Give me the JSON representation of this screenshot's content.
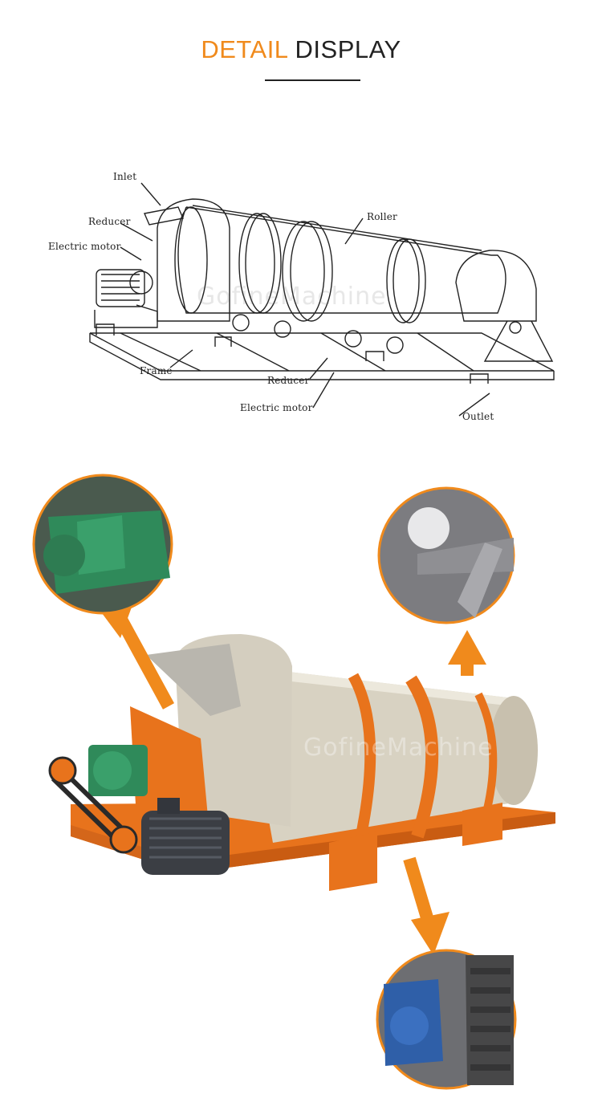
{
  "header": {
    "title_accent": "DETAIL",
    "title_rest": "DISPLAY"
  },
  "diagram": {
    "labels": {
      "inlet": "Inlet",
      "reducer_top": "Reducer",
      "electric_motor_top": "Electric motor",
      "roller": "Roller",
      "frame": "Frame",
      "reducer_bottom": "Reducer",
      "electric_motor_bottom": "Electric motor",
      "outlet": "Outlet"
    },
    "watermark": "GofineMachine"
  },
  "photo": {
    "watermark": "GofineMachine"
  },
  "colors": {
    "accent": "#f08a1c",
    "frame_orange": "#e8731c",
    "drum_beige": "#d8d2c2",
    "reducer_green": "#2f8a5a",
    "motor_dark": "#3b3e44",
    "reducer_blue": "#2f5fa8"
  }
}
